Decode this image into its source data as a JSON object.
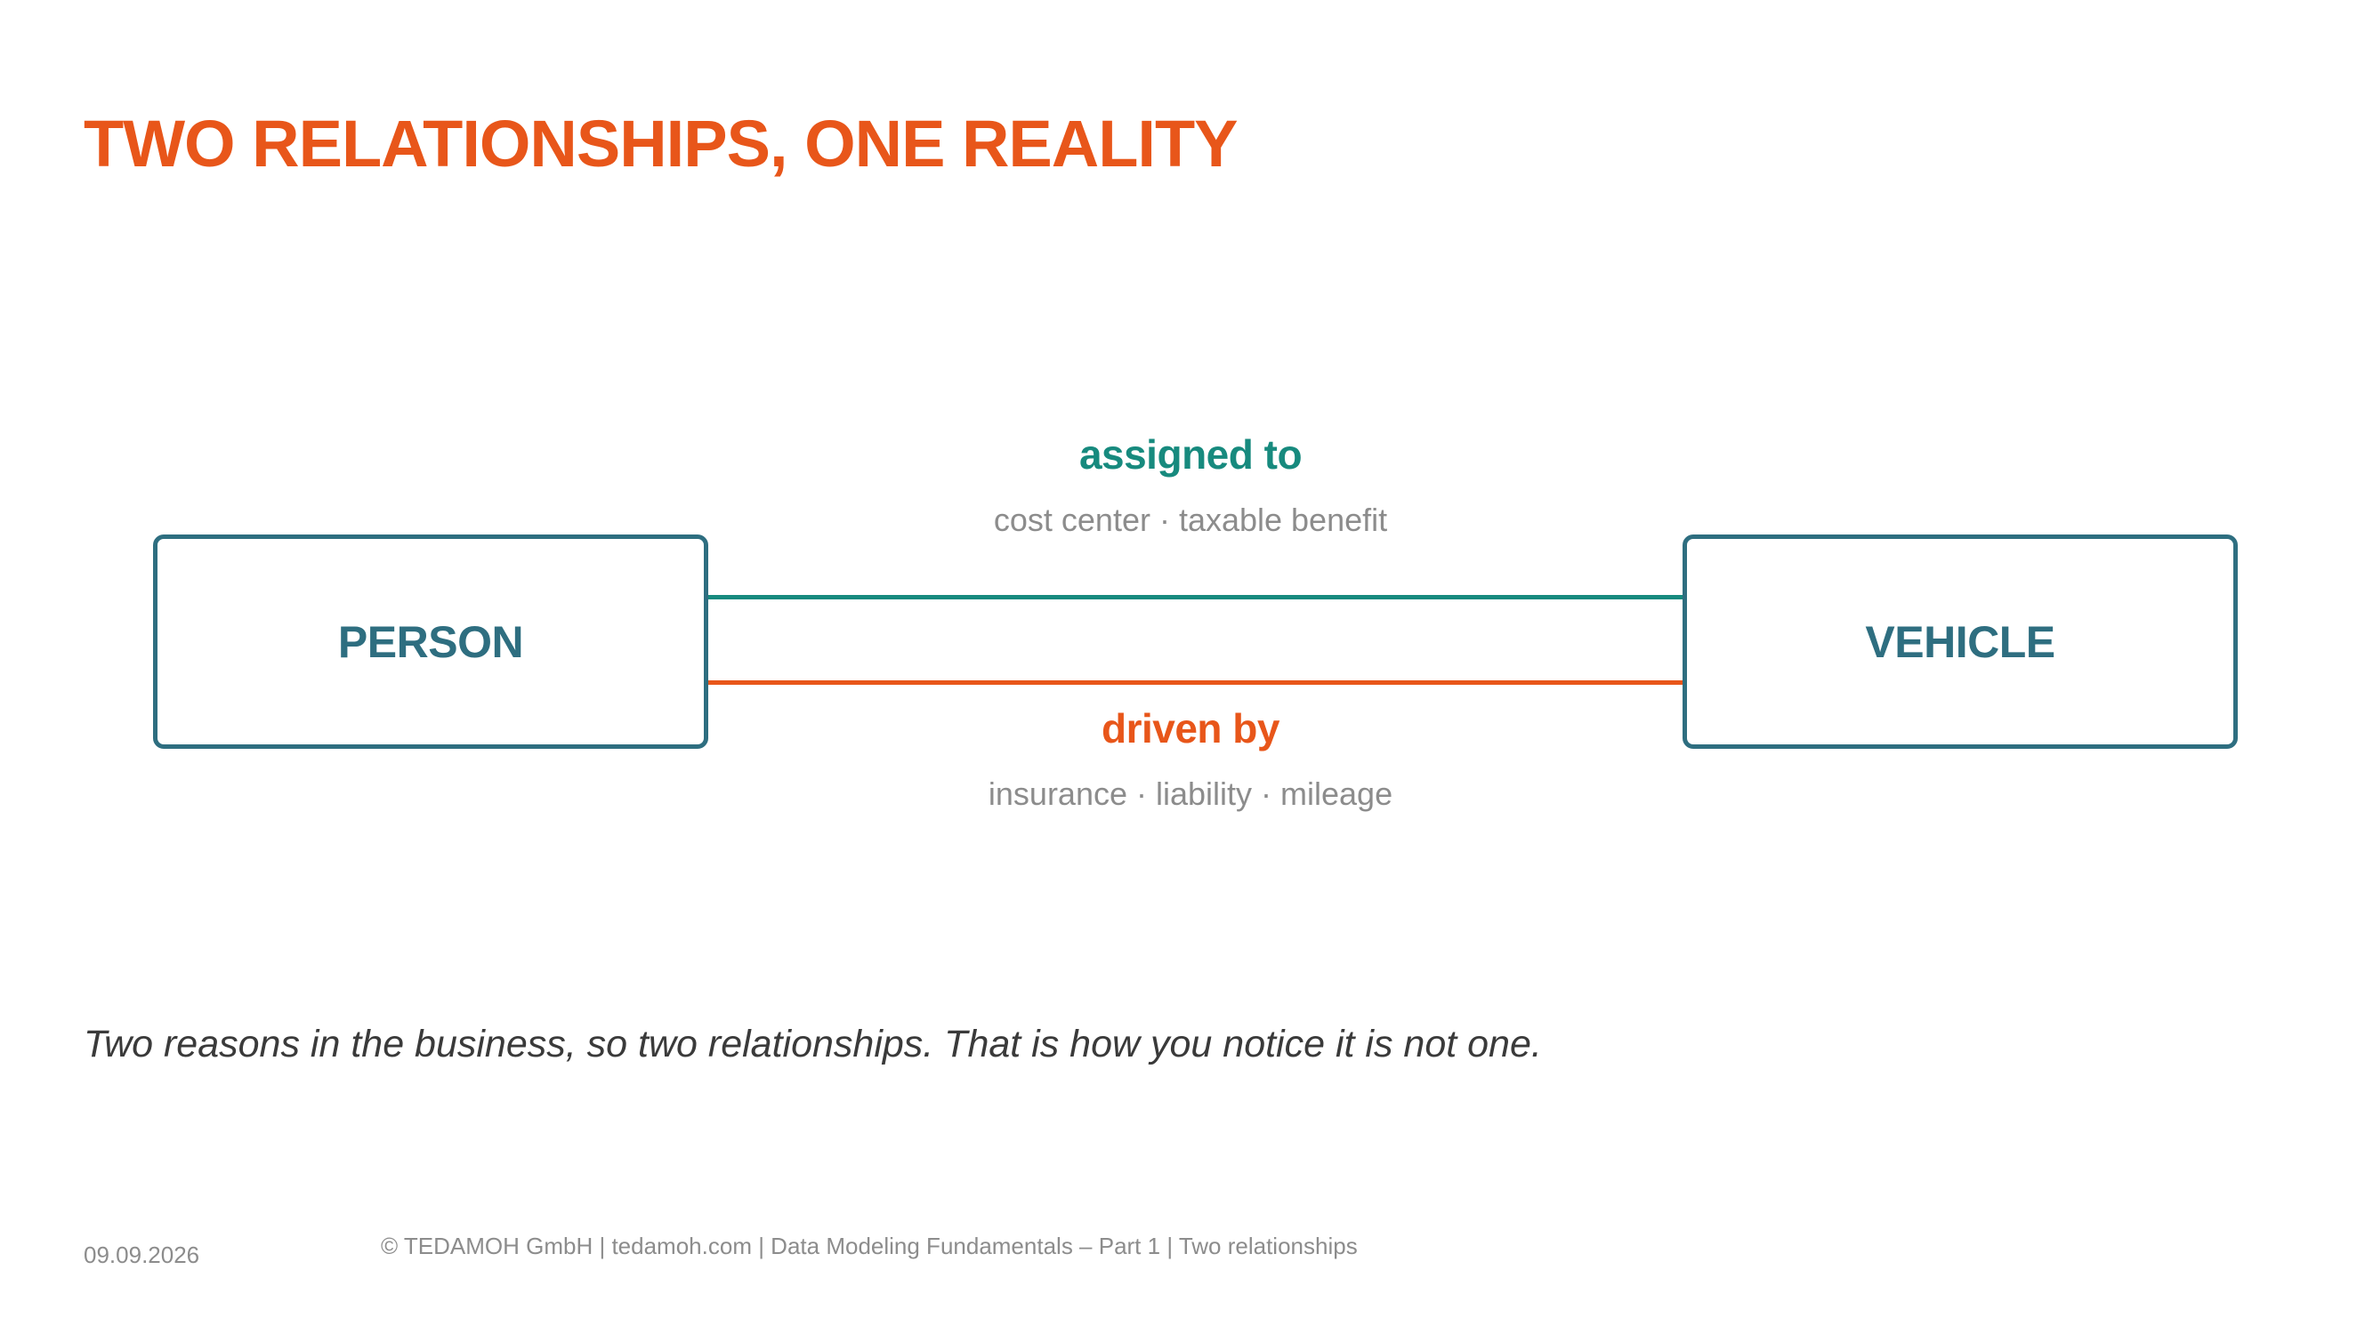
{
  "slide": {
    "title": "TWO RELATIONSHIPS, ONE REALITY",
    "caption": "Two reasons in the business, so two relationships. That is how you notice it is not one."
  },
  "diagram": {
    "entities": [
      {
        "label": "PERSON"
      },
      {
        "label": "VEHICLE"
      }
    ],
    "relationships": [
      {
        "name": "assigned to",
        "detail": "cost center · taxable benefit",
        "color": "#178a7e"
      },
      {
        "name": "driven by",
        "detail": "insurance · liability · mileage",
        "color": "#e8561a"
      }
    ],
    "colors": {
      "entity_border": "#2e6e80",
      "title": "#e8561a"
    }
  },
  "footer": {
    "date": "09.09.2026",
    "text": "© TEDAMOH GmbH  |  tedamoh.com  |  Data Modeling Fundamentals – Part 1  |  Two relationships"
  }
}
